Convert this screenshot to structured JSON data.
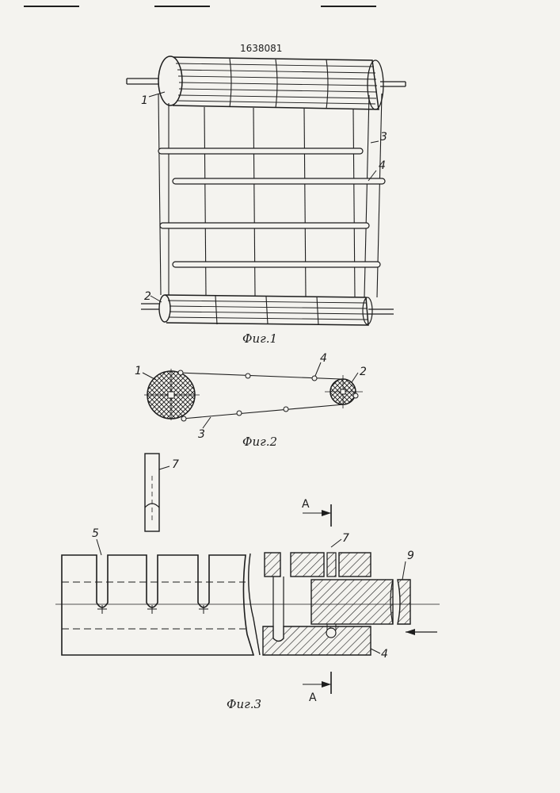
{
  "patent_number": "1638081",
  "figures": {
    "fig1": {
      "caption": "Фиг.1",
      "labels": {
        "drum_top": "1",
        "drum_bottom": "2",
        "cable": "3",
        "rod": "4"
      }
    },
    "fig2": {
      "caption": "Фиг.2",
      "labels": {
        "drum_large": "1",
        "drum_small": "2",
        "cable": "3",
        "rod": "4"
      }
    },
    "fig3": {
      "caption": "Фиг.3",
      "labels": {
        "slot": "5",
        "pin_top": "7",
        "pin_in_die": "7",
        "pusher": "9",
        "die": "4"
      },
      "section_marks": {
        "top": "А",
        "bottom": "А"
      }
    }
  }
}
